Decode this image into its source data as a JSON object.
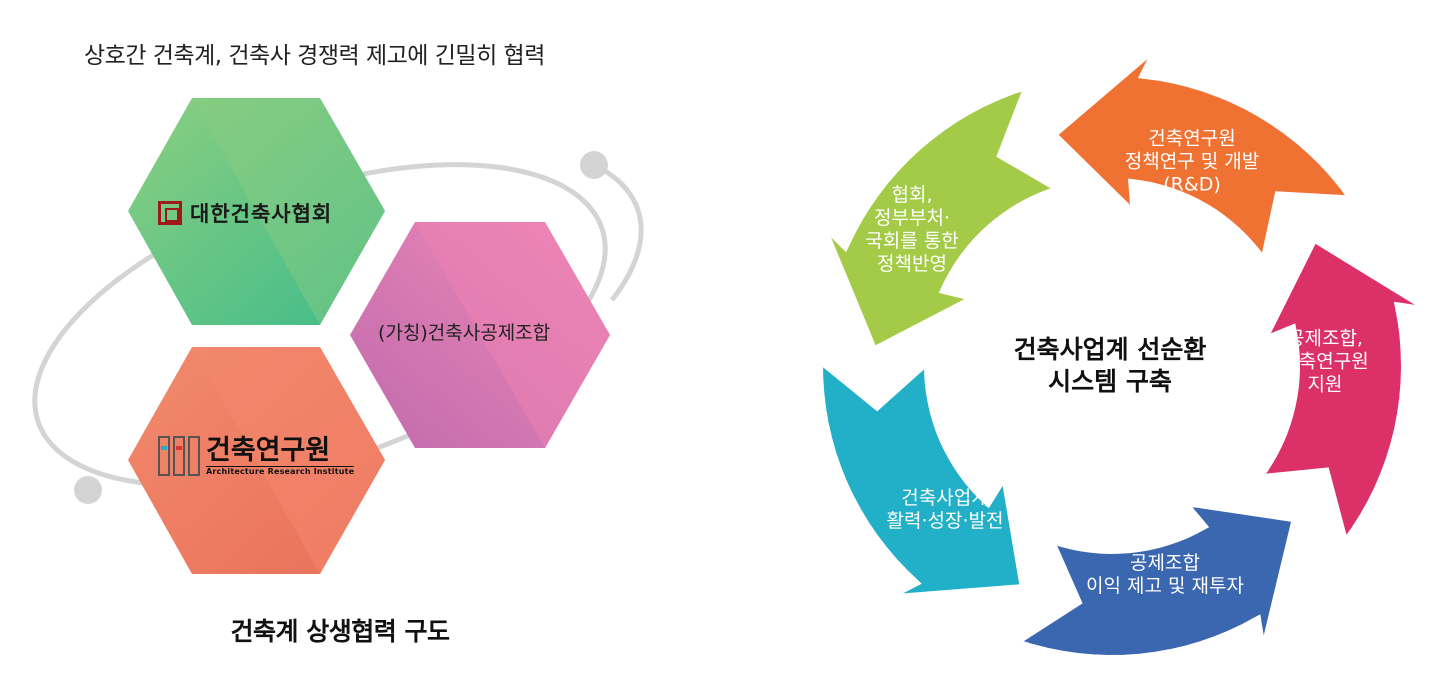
{
  "left": {
    "caption": "상호간 건축계, 건축사 경쟁력 제고에 긴밀히 협력",
    "title": "건축계 상생협력 구도",
    "hexagons": [
      {
        "label": "대한건축사협회",
        "color": "#6cc48a"
      },
      {
        "label": "(가칭)건축사공제조합",
        "color": "#e27ab4"
      },
      {
        "label": "건축연구원",
        "sub": "Architecture Research Institute",
        "color": "#f2836a"
      }
    ]
  },
  "cycle": {
    "center_line1": "건축사업계 선순환",
    "center_line2": "시스템 구축",
    "segments": [
      {
        "lines": [
          "공제조합,",
          "건축연구원",
          "지원"
        ],
        "color": "#dc3068"
      },
      {
        "lines": [
          "건축연구원",
          "정책연구 및 개발",
          "(R&D)"
        ],
        "color": "#f07232"
      },
      {
        "lines": [
          "협회,",
          "정부부처·",
          "국회를 통한",
          "정책반영"
        ],
        "color": "#a3cb47"
      },
      {
        "lines": [
          "건축사업계",
          "활력·성장·발전"
        ],
        "color": "#21b0c8"
      },
      {
        "lines": [
          "공제조합",
          "이익 제고 및  재투자"
        ],
        "color": "#3b66b0"
      }
    ]
  }
}
